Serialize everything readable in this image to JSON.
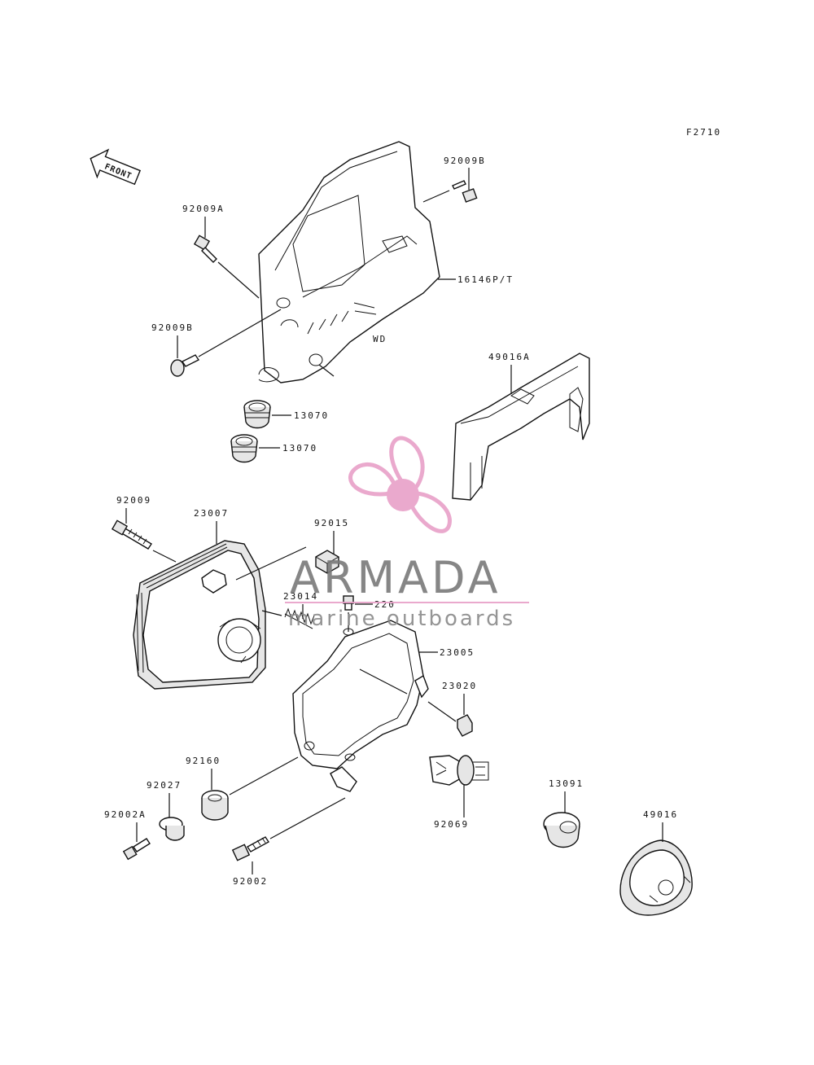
{
  "figure_code": "F2710",
  "front_marker": "FRONT",
  "callouts": {
    "bolt_92009B_top": "92009B",
    "bolt_92009A": "92009A",
    "bolt_92009B_left": "92009B",
    "cover_16146": "16146P/T",
    "cover_note_wd": "WD",
    "bracket_49016A": "49016A",
    "grommet_13070_a": "13070",
    "grommet_13070_b": "13070",
    "bolt_92009": "92009",
    "headlight_23007": "23007",
    "clip_92015": "92015",
    "spring_23014": "23014",
    "screw_220": "220",
    "frame_23005": "23005",
    "nut_23020": "23020",
    "grommet_92160": "92160",
    "collar_92027": "92027",
    "bolt_92002A": "92002A",
    "bulb_92069": "92069",
    "socket_13091": "13091",
    "cap_49016": "49016",
    "bolt_92002": "92002"
  },
  "watermark": {
    "brand": "ARMADA",
    "tagline": "marine outboards",
    "accent_color": "#e8a0c8",
    "text_color": "#7a7a7a"
  }
}
